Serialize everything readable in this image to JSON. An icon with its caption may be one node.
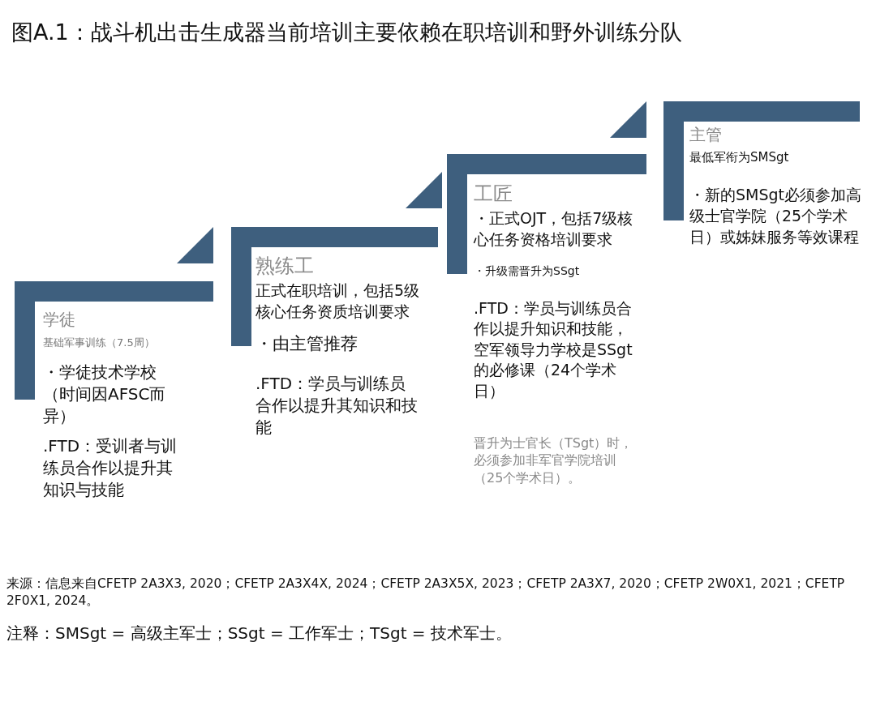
{
  "diagram": {
    "title": "图A.1：战斗机出击生成器当前培训主要依赖在职培训和野外训练分队",
    "nodes": [
      {
        "text": [
          "学徒",
          "基础军事训练（7.5周）",
          "・学徒技术学校（时间因AFSC而异）",
          ".FTD：受训者与训练员合作以提升其知识与技能"
        ]
      },
      {
        "text": [
          "熟练工",
          "正式在职培训，包括5级核心任务资质培训要求",
          "・由主管推荐",
          ".FTD：学员与训练员合作以提升其知识和技能"
        ]
      },
      {
        "text": [
          "工匠",
          "・正式OJT，包括7级核心任务资格培训要求",
          "・升级需晋升为SSgt",
          ".FTD：学员与训练员合作以提升知识和技能，空军领导力学校是SSgt的必修课（24个学术日）",
          "晋升为士官长（TSgt）时，必须参加非军官学院培训（25个学术日）。"
        ]
      },
      {
        "text": [
          "主管",
          "最低军衔为SMSgt",
          "・新的SMSgt必须参加高级士官学院（25个学术日）或姊妹服务等效课程"
        ]
      }
    ],
    "labels": [
      "来源：信息来自CFETP 2A3X3, 2020；CFETP 2A3X4X, 2024；CFETP 2A3X5X, 2023；CFETP 2A3X7, 2020；CFETP 2W0X1, 2021；CFETP 2F0X1, 2024。",
      "注释：SMSgt = 高级主军士；SSgt = 工作军士；TSgt = 技术军士。"
    ]
  }
}
